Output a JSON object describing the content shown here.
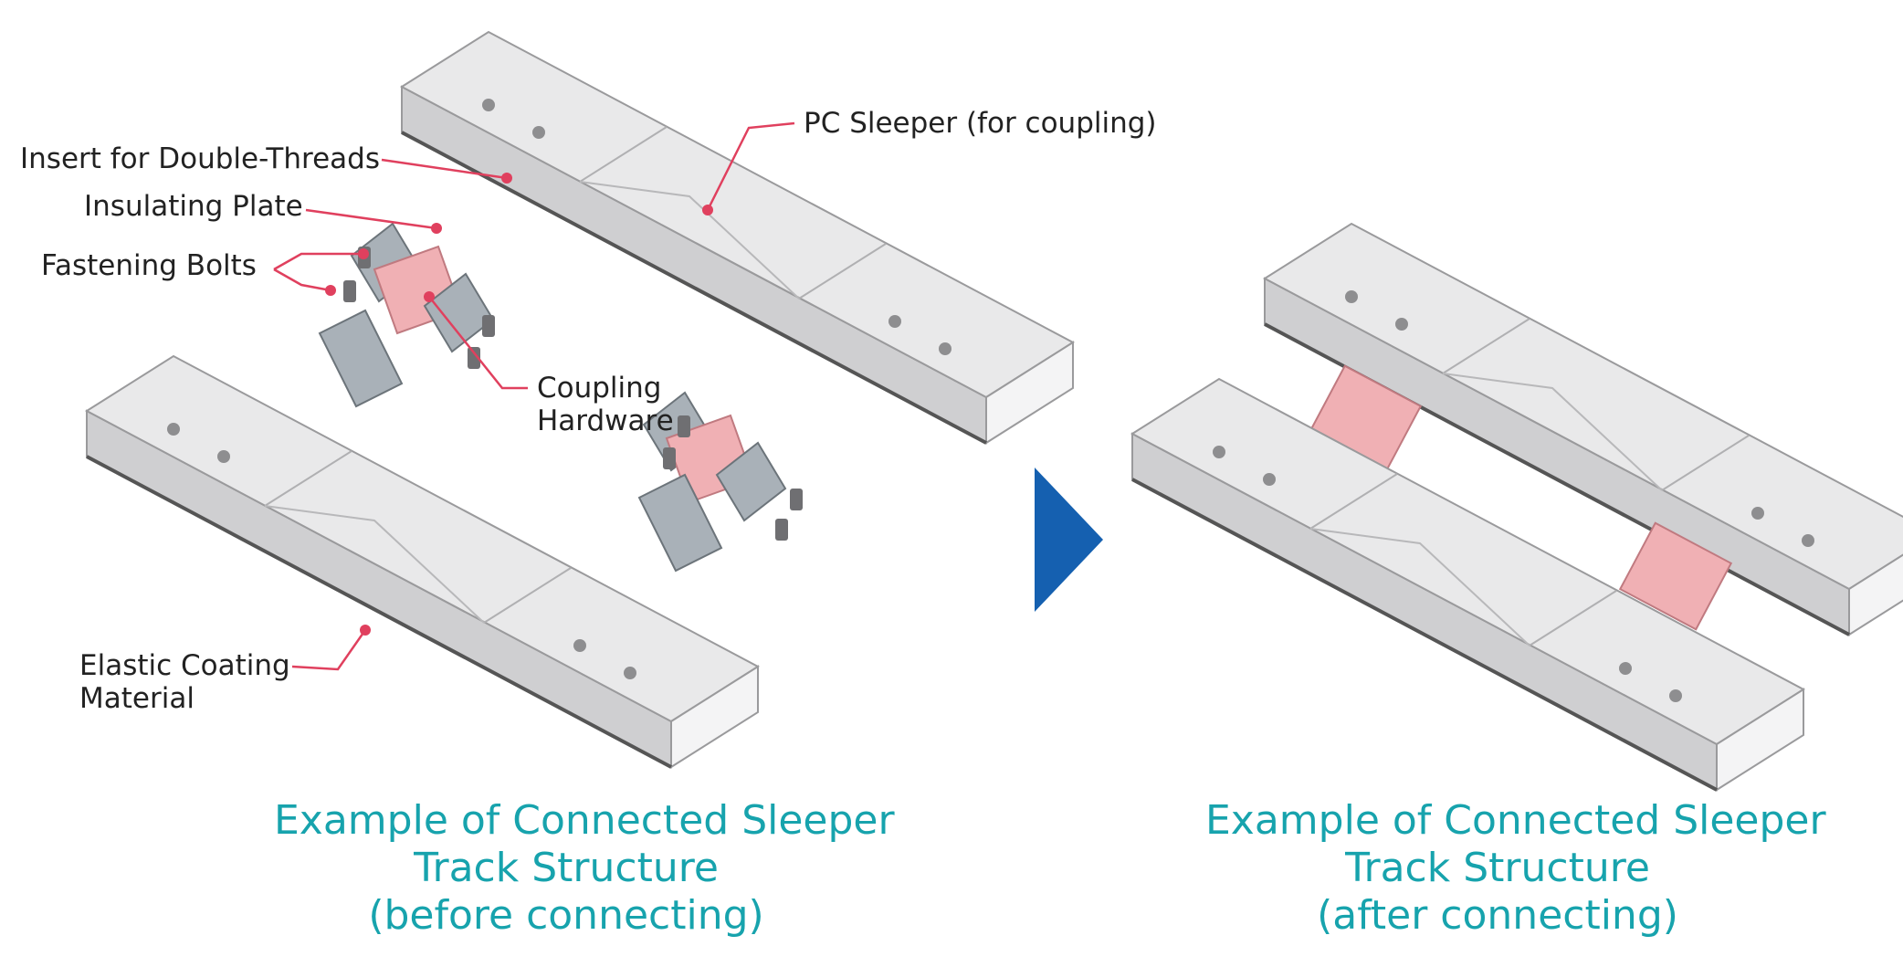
{
  "labels": {
    "insert_double_threads": "Insert for Double-Threads",
    "insulating_plate": "Insulating Plate",
    "fastening_bolts": "Fastening Bolts",
    "pc_sleeper": "PC Sleeper (for coupling)",
    "coupling_hardware_1": "Coupling",
    "coupling_hardware_2": "Hardware",
    "elastic_coating_1": "Elastic Coating",
    "elastic_coating_2": "Material"
  },
  "captions": {
    "before": {
      "line1": "Example of Connected Sleeper",
      "line2": "Track Structure",
      "line3": "(before connecting)"
    },
    "after": {
      "line1": "Example of Connected Sleeper",
      "line2": "Track Structure",
      "line3": "(after connecting)"
    }
  },
  "colors": {
    "caption": "#17a3ad",
    "leader": "#e0405e",
    "arrow": "#1560b0",
    "hardware": "#f0b0b4",
    "sleeper_top": "#e9e9ea",
    "sleeper_side": "#cfcfd1",
    "sleeper_end": "#f4f4f5",
    "plate": "#a9b1b8"
  },
  "icons": {
    "arrow": "right-triangle-arrow-icon"
  }
}
